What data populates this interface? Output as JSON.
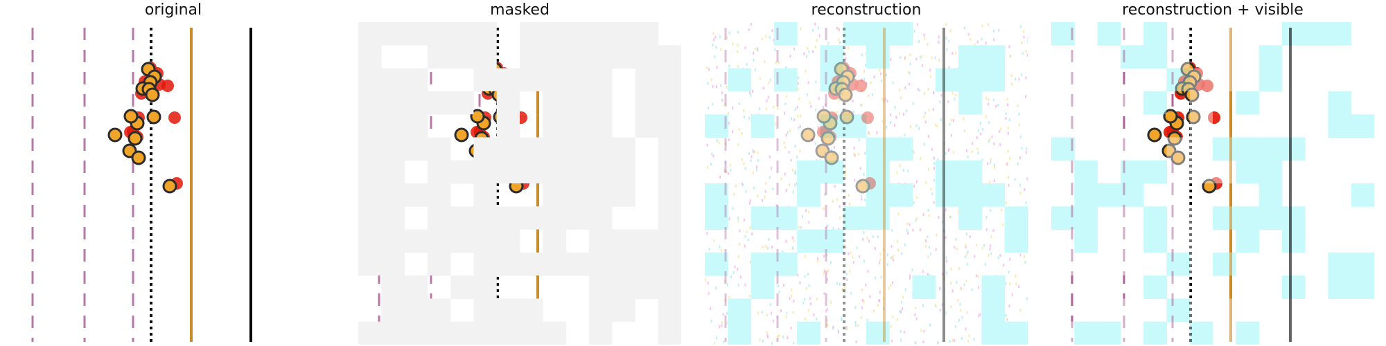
{
  "figure": {
    "panels": [
      {
        "id": "original",
        "title": "original",
        "mode": "original"
      },
      {
        "id": "masked",
        "title": "masked",
        "mode": "masked"
      },
      {
        "id": "reconstruction",
        "title": "reconstruction",
        "mode": "recon"
      },
      {
        "id": "reconstruction-visible",
        "title": "reconstruction + visible",
        "mode": "mix"
      }
    ],
    "colors": {
      "background": "#ffffff",
      "mask_gray": "#f3f2f2",
      "recon_cyan": "#c8fafc",
      "dashed_line": "#a04a8a",
      "dotted_line": "#111111",
      "tan_line": "#c98a2a",
      "solid_line": "#000000",
      "dot_fill": "#f0a428",
      "dot_stroke": "#2b2b2b",
      "red_blob": "#e01808"
    }
  }
}
